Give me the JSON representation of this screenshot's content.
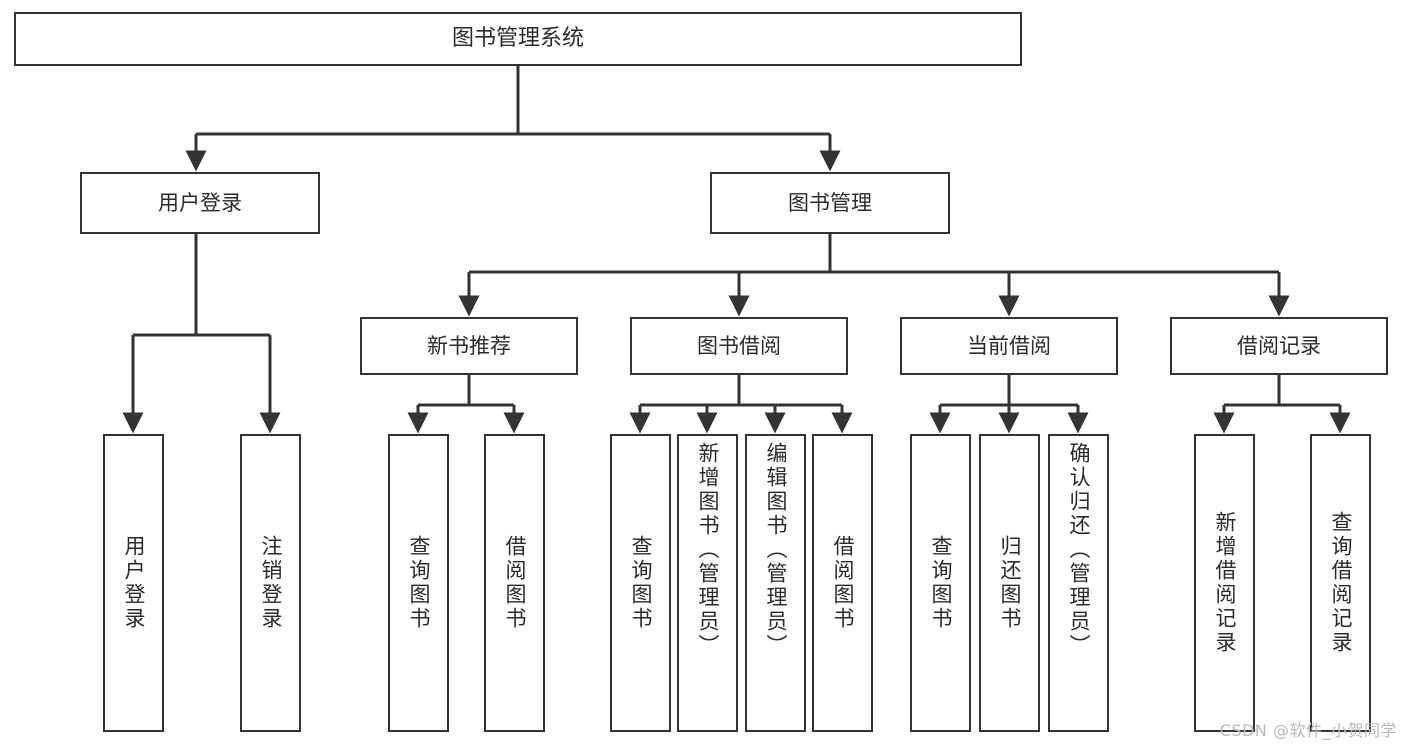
{
  "diagram": {
    "title": "图书管理系统",
    "watermark": "CSDN @软件_小贺同学",
    "line_color": "#333333",
    "text_color": "#2b2b2b",
    "background_color": "#ffffff",
    "root": {
      "label": "图书管理系统"
    },
    "level2": [
      {
        "label": "用户登录"
      },
      {
        "label": "图书管理"
      }
    ],
    "level3": [
      {
        "label": "新书推荐"
      },
      {
        "label": "图书借阅"
      },
      {
        "label": "当前借阅"
      },
      {
        "label": "借阅记录"
      }
    ],
    "leaves": [
      {
        "label": "用户登录",
        "parent": "用户登录"
      },
      {
        "label": "注销登录",
        "parent": "用户登录"
      },
      {
        "label": "查询图书",
        "parent": "新书推荐"
      },
      {
        "label": "借阅图书",
        "parent": "新书推荐"
      },
      {
        "label": "查询图书",
        "parent": "图书借阅"
      },
      {
        "label": "新增图书（管理员）",
        "parent": "图书借阅"
      },
      {
        "label": "编辑图书（管理员）",
        "parent": "图书借阅"
      },
      {
        "label": "借阅图书",
        "parent": "图书借阅"
      },
      {
        "label": "查询图书",
        "parent": "当前借阅"
      },
      {
        "label": "归还图书",
        "parent": "当前借阅"
      },
      {
        "label": "确认归还（管理员）",
        "parent": "当前借阅"
      },
      {
        "label": "新增借阅记录",
        "parent": "借阅记录"
      },
      {
        "label": "查询借阅记录",
        "parent": "借阅记录"
      }
    ]
  }
}
